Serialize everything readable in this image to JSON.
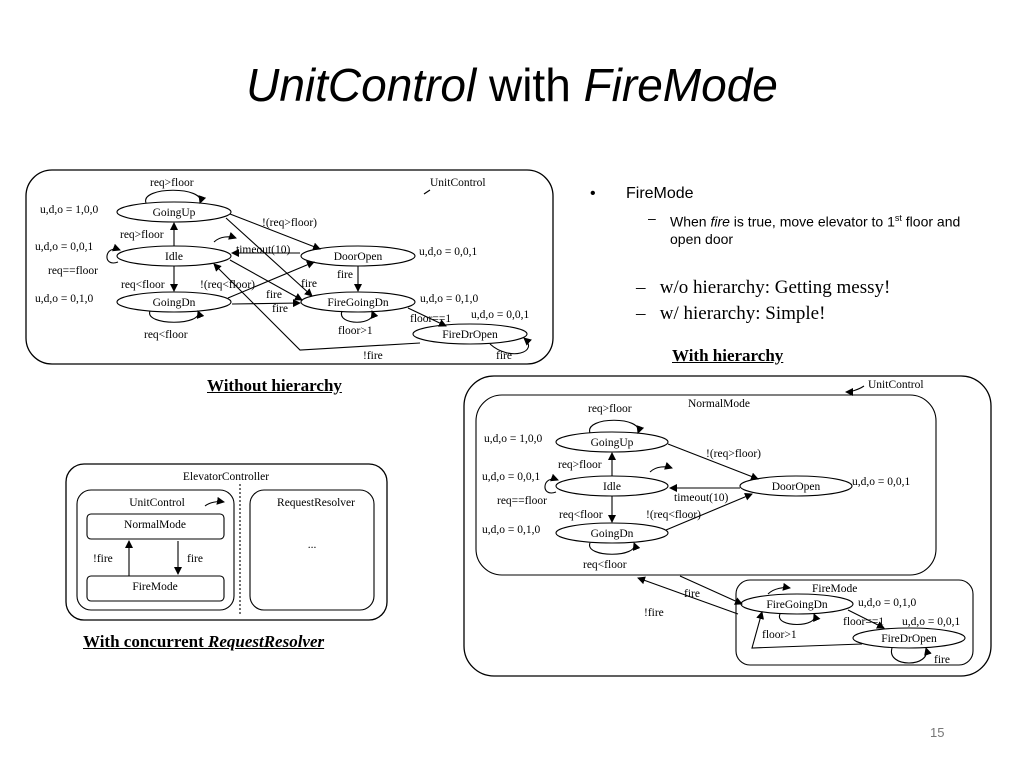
{
  "title": {
    "part1": "UnitControl",
    "part2": " with ",
    "part3": "FireMode"
  },
  "bullets": {
    "b1": "FireMode",
    "b2_pre": "When ",
    "b2_em": "fire",
    "b2_post1": " is true, move elevator to 1",
    "b2_sup": "st",
    "b2_post2": " floor and open door",
    "b3": "w/o hierarchy: Getting messy!",
    "b4": "w/ hierarchy: Simple!",
    "bullet_glyph": "•",
    "dash_glyph": "–"
  },
  "captions": {
    "without": "Without hierarchy",
    "with": "With hierarchy",
    "concurrent_pre": "With concurrent ",
    "concurrent_em": "RequestResolver"
  },
  "flat": {
    "container": "UnitControl",
    "states": {
      "up": "GoingUp",
      "idle": "Idle",
      "dn": "GoingDn",
      "door": "DoorOpen",
      "fgd": "FireGoingDn",
      "fdo": "FireDrOpen"
    },
    "labels": {
      "reqgt_top": "req>floor",
      "out_up": "u,d,o = 1,0,0",
      "notreqgt": "!(req>floor)",
      "reqgt_mid": "req>floor",
      "out_idle": "u,d,o = 0,0,1",
      "timeout": "timeout(10)",
      "out_door": "u,d,o = 0,0,1",
      "reqeq": "req==floor",
      "fire_door": "fire",
      "reqlt_mid": "req<floor",
      "notreqlt": "!(req<floor)",
      "fire_a": "fire",
      "fire_b": "fire",
      "fire_c": "fire",
      "out_dn": "u,d,o = 0,1,0",
      "out_fgd": "u,d,o = 0,1,0",
      "floor1": "floor==1",
      "out_fdo": "u,d,o = 0,0,1",
      "reqlt_bot": "req<floor",
      "floorgt1": "floor>1",
      "notfire": "!fire",
      "fire_self": "fire"
    }
  },
  "hier": {
    "container": "UnitControl",
    "normal": "NormalMode",
    "fire": "FireMode",
    "states": {
      "up": "GoingUp",
      "idle": "Idle",
      "dn": "GoingDn",
      "door": "DoorOpen",
      "fgd": "FireGoingDn",
      "fdo": "FireDrOpen"
    },
    "labels": {
      "reqgt_top": "req>floor",
      "out_up": "u,d,o = 1,0,0",
      "notreqgt": "!(req>floor)",
      "reqgt_mid": "req>floor",
      "out_idle": "u,d,o = 0,0,1",
      "out_door": "u,d,o = 0,0,1",
      "reqeq": "req==floor",
      "timeout": "timeout(10)",
      "reqlt_mid": "req<floor",
      "notreqlt": "!(req<floor)",
      "out_dn": "u,d,o = 0,1,0",
      "reqlt_bot": "req<floor",
      "fire": "fire",
      "notfire": "!fire",
      "out_fgd": "u,d,o = 0,1,0",
      "floor1": "floor==1",
      "out_fdo": "u,d,o = 0,0,1",
      "floorgt1": "floor>1",
      "fire_self": "fire"
    }
  },
  "conc": {
    "outer": "ElevatorController",
    "unit": "UnitControl",
    "normal": "NormalMode",
    "firemode": "FireMode",
    "notfire": "!fire",
    "fire": "fire",
    "resolver": "RequestResolver",
    "ellipsis": "..."
  },
  "page_number": "15"
}
